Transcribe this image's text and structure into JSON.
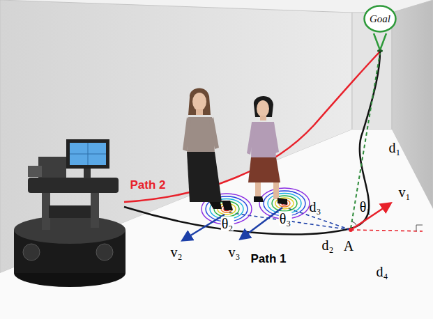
{
  "diagram": {
    "nodes": [
      {
        "text": [
          "Goal"
        ]
      }
    ],
    "labels": [
      "Path 2",
      "Path 1",
      "d₁",
      "v₁",
      "θ₂",
      "θ₃",
      "d₃",
      "v₂",
      "v₃",
      "d₂",
      "θ₁",
      "A",
      "d₄"
    ]
  }
}
